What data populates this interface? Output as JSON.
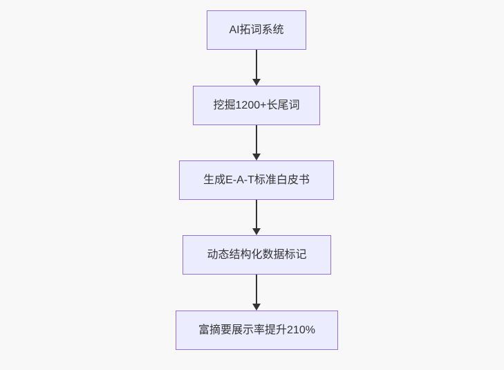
{
  "diagram": {
    "type": "flowchart",
    "direction": "top-down",
    "colors": {
      "canvas-bg": "#f8f8f8",
      "node-fill": "#ececff",
      "node-border": "#9370db",
      "node-text": "#333333",
      "arrow": "#333333"
    },
    "nodes": [
      {
        "label": "AI拓词系统"
      },
      {
        "label": "挖掘1200+长尾词"
      },
      {
        "label": "生成E-A-T标准白皮书"
      },
      {
        "label": "动态结构化数据标记"
      },
      {
        "label": "富摘要展示率提升210%"
      }
    ],
    "edges": [
      {
        "from": "AI拓词系统",
        "to": "挖掘1200+长尾词"
      },
      {
        "from": "挖掘1200+长尾词",
        "to": "生成E-A-T标准白皮书"
      },
      {
        "from": "生成E-A-T标准白皮书",
        "to": "动态结构化数据标记"
      },
      {
        "from": "动态结构化数据标记",
        "to": "富摘要展示率提升210%"
      }
    ]
  }
}
